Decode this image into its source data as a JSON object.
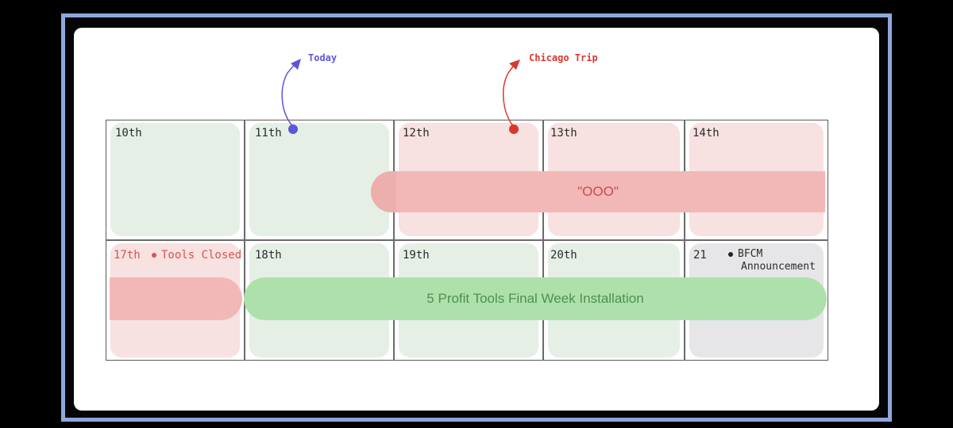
{
  "annotations": {
    "today": {
      "label": "Today",
      "color": "#5b57d9"
    },
    "chicago": {
      "label": "Chicago Trip",
      "color": "#d9382f"
    }
  },
  "week1": {
    "days": [
      "10th",
      "11th",
      "12th",
      "13th",
      "14th"
    ]
  },
  "week2": {
    "days": [
      "17th",
      "18th",
      "19th",
      "20th",
      "21"
    ]
  },
  "events": {
    "ooo": "\"OOO\"",
    "tools_closed": "Tools Closed",
    "bfcm_line1": "BFCM",
    "bfcm_line2": "Announcement",
    "installation": "5 Profit Tools Final Week Installation"
  },
  "colors": {
    "green_cell": "#e5efe6",
    "pink_cell": "#f7e1e1",
    "gray_cell": "#e6e6e8",
    "ooo_bar": "#f2b8b8",
    "install_bar": "#aee0ac",
    "frame_border": "#8fa8dc"
  }
}
